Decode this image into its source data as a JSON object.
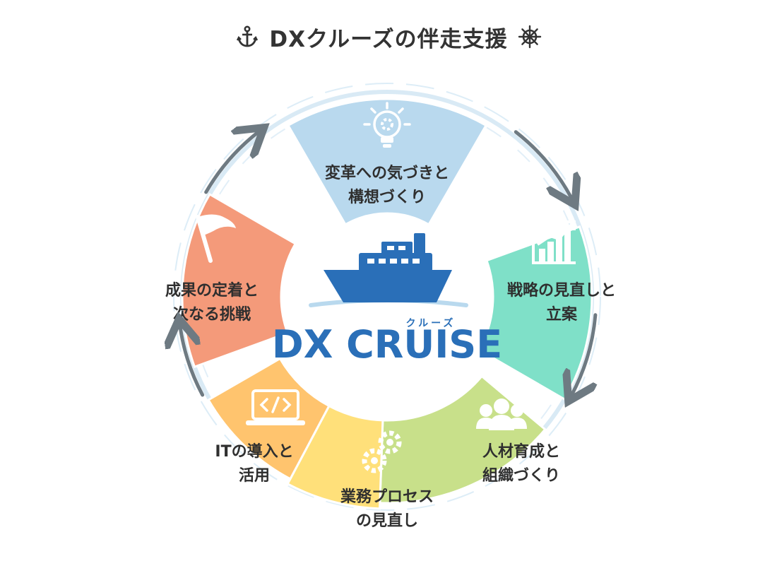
{
  "title": {
    "text": "DXクルーズの伴走支援",
    "left_icon": "anchor-icon",
    "right_icon": "ship-wheel-icon"
  },
  "logo": {
    "sub": "クルーズ",
    "main": "DX CRUISE",
    "icon": "cruise-ship-icon",
    "color": "#2a6fb8"
  },
  "cycle": {
    "segments": [
      {
        "id": "awareness",
        "icon": "lightbulb-gear-icon",
        "color": "#b9d9ee",
        "lines": [
          "変革への気づきと",
          "構想づくり"
        ]
      },
      {
        "id": "strategy",
        "icon": "growth-chart-icon",
        "color": "#7fe0c8",
        "lines": [
          "戦略の見直しと",
          "立案"
        ]
      },
      {
        "id": "people",
        "icon": "team-icon",
        "color": "#c8e08a",
        "lines": [
          "人材育成と",
          "組織づくり"
        ]
      },
      {
        "id": "process",
        "icon": "gears-icon",
        "color": "#ffe07a",
        "lines": [
          "業務プロセス",
          "の見直し"
        ]
      },
      {
        "id": "it",
        "icon": "laptop-code-icon",
        "color": "#ffc46e",
        "lines": [
          "ITの導入と",
          "活用"
        ]
      },
      {
        "id": "results",
        "icon": "flag-icon",
        "color": "#f49a7a",
        "lines": [
          "成果の定着と",
          "次なる挑戦"
        ]
      }
    ],
    "arrow_color": "#6e7a82",
    "water_color": "#cfe5f3"
  }
}
